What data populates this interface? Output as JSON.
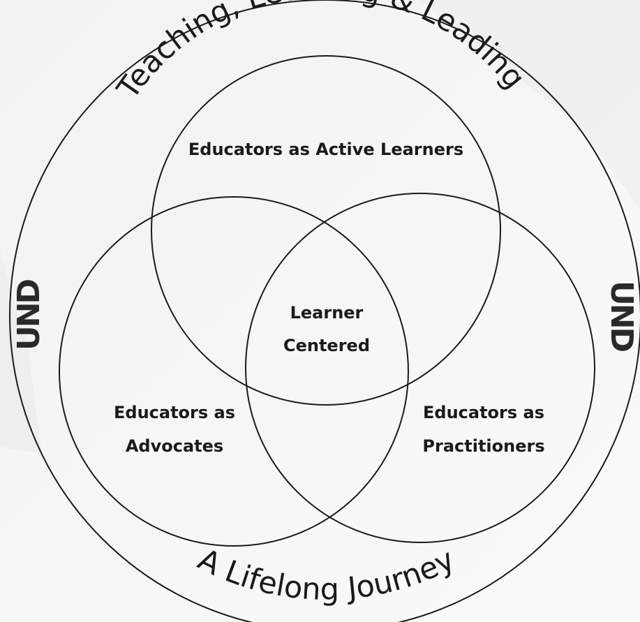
{
  "diagram": {
    "top_arc_text": "Teaching, Learning & Leading",
    "bottom_arc_text": "A Lifelong Journey",
    "circles": {
      "top": "Educators as Active Learners",
      "left_line1": "Educators as",
      "left_line2": "Advocates",
      "right_line1": "Educators as",
      "right_line2": "Practitioners"
    },
    "center_line1": "Learner",
    "center_line2": "Centered",
    "logo_left": "UND",
    "logo_right": "UND"
  }
}
